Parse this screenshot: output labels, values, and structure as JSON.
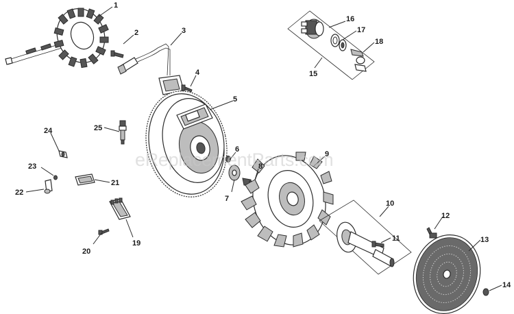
{
  "watermark": "eReplacementParts.com",
  "callouts": [
    "1",
    "2",
    "3",
    "4",
    "5",
    "6",
    "7",
    "8",
    "9",
    "10",
    "11",
    "12",
    "13",
    "14",
    "15",
    "16",
    "17",
    "18",
    "19",
    "20",
    "21",
    "22",
    "23",
    "24",
    "25"
  ]
}
